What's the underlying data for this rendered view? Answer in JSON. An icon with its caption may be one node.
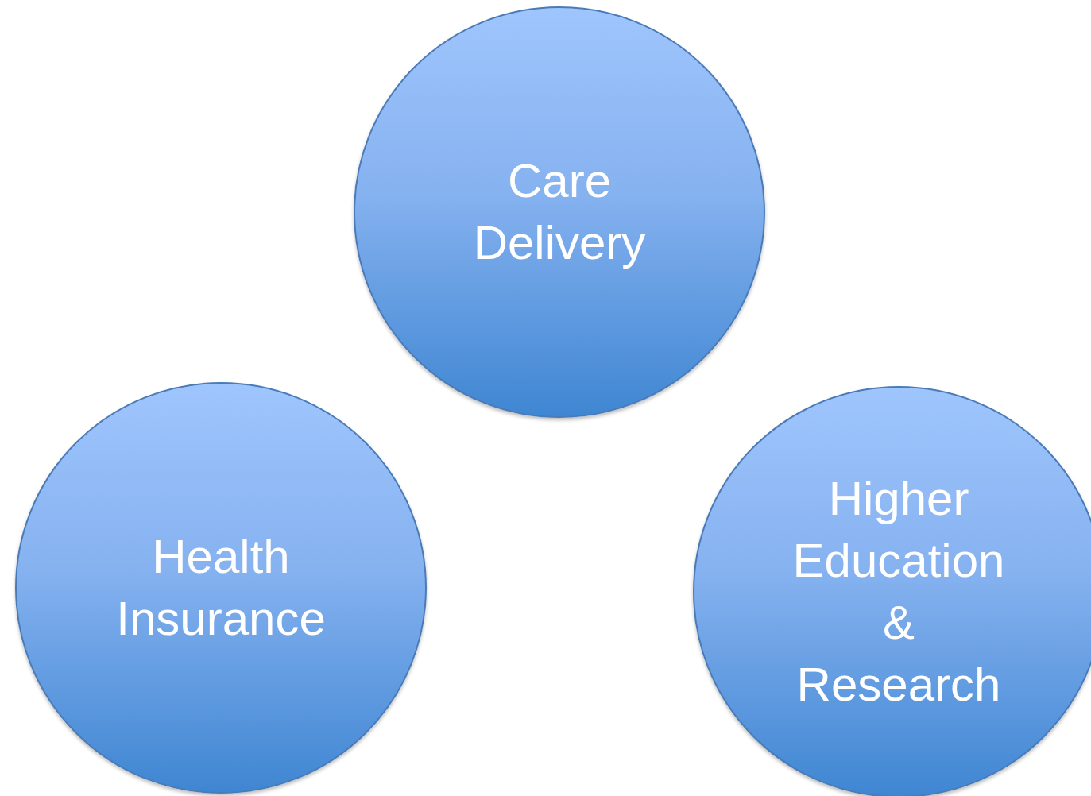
{
  "diagram": {
    "nodes": [
      {
        "text": [
          "Care Delivery"
        ]
      },
      {
        "text": [
          "Health Insurance"
        ]
      },
      {
        "text": [
          "Higher Education & Research"
        ]
      }
    ],
    "edges": []
  }
}
